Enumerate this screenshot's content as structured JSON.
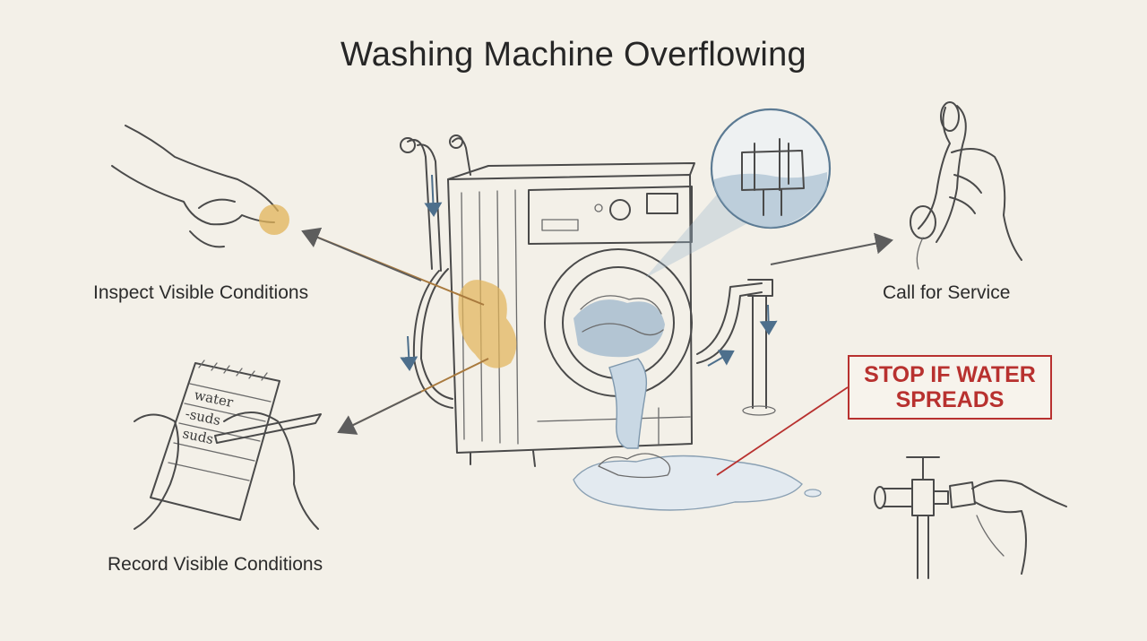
{
  "title": "Washing Machine Overflowing",
  "labels": {
    "inspect": "Inspect Visible Conditions",
    "record": "Record Visible Conditions",
    "call": "Call for Service"
  },
  "warning": "STOP IF WATER SPREADS",
  "notepad_lines": [
    "water",
    "-suds",
    "suds"
  ],
  "colors": {
    "accent_warning": "#b8312f",
    "stain": "#e2b45a",
    "water": "#9db7cc",
    "arrow_gray": "#5d5d5d",
    "arrow_brown": "#a97a3e"
  },
  "icons": [
    "pointing-hand-icon",
    "notepad-hand-icon",
    "phone-handset-icon",
    "shutoff-valve-icon",
    "washing-machine-icon",
    "water-valve-zoom-icon"
  ]
}
